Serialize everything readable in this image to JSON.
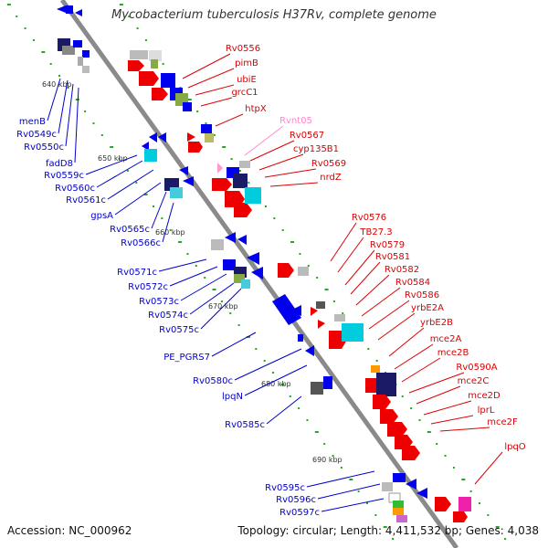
{
  "title": "Mycobacterium tuberculosis H37Rv, complete genome",
  "footer": {
    "accession": "Accession: NC_000962",
    "info": "Topology: circular; Length: 4,411,532 bp; Genes: 4,038"
  },
  "colors": {
    "backbone": "#8a8a8a",
    "left_label": "#0000cc",
    "right_label": "#dd0000",
    "rna_label": "#ff88cc",
    "tick_dot": "#22aa22",
    "forward_gene": "#ee0000",
    "reverse_gene": "#0000ee"
  },
  "scale": {
    "unit": "kbp",
    "ticks": [
      "640 kbp",
      "650 kbp",
      "660 kbp",
      "670 kbp",
      "680 kbp",
      "690 kbp"
    ]
  },
  "genes_left": [
    "menB",
    "Rv0549c",
    "Rv0550c",
    "fadD8",
    "Rv0559c",
    "Rv0560c",
    "Rv0561c",
    "gpsA",
    "Rv0565c",
    "Rv0566c",
    "Rv0571c",
    "Rv0572c",
    "Rv0573c",
    "Rv0574c",
    "Rv0575c",
    "PE_PGRS7",
    "Rv0580c",
    "lpqN",
    "Rv0585c",
    "Rv0595c",
    "Rv0596c",
    "Rv0597c"
  ],
  "genes_right": [
    "Rv0556",
    "pimB",
    "ubiE",
    "grcC1",
    "htpX",
    "Rvnt05",
    "Rv0567",
    "cyp135B1",
    "Rv0569",
    "nrdZ",
    "Rv0576",
    "TB27.3",
    "Rv0579",
    "Rv0581",
    "Rv0582",
    "Rv0584",
    "Rv0586",
    "yrbE2A",
    "yrbE2B",
    "mce2A",
    "mce2B",
    "Rv0590A",
    "mce2C",
    "mce2D",
    "lprL",
    "mce2F",
    "lpqO"
  ]
}
